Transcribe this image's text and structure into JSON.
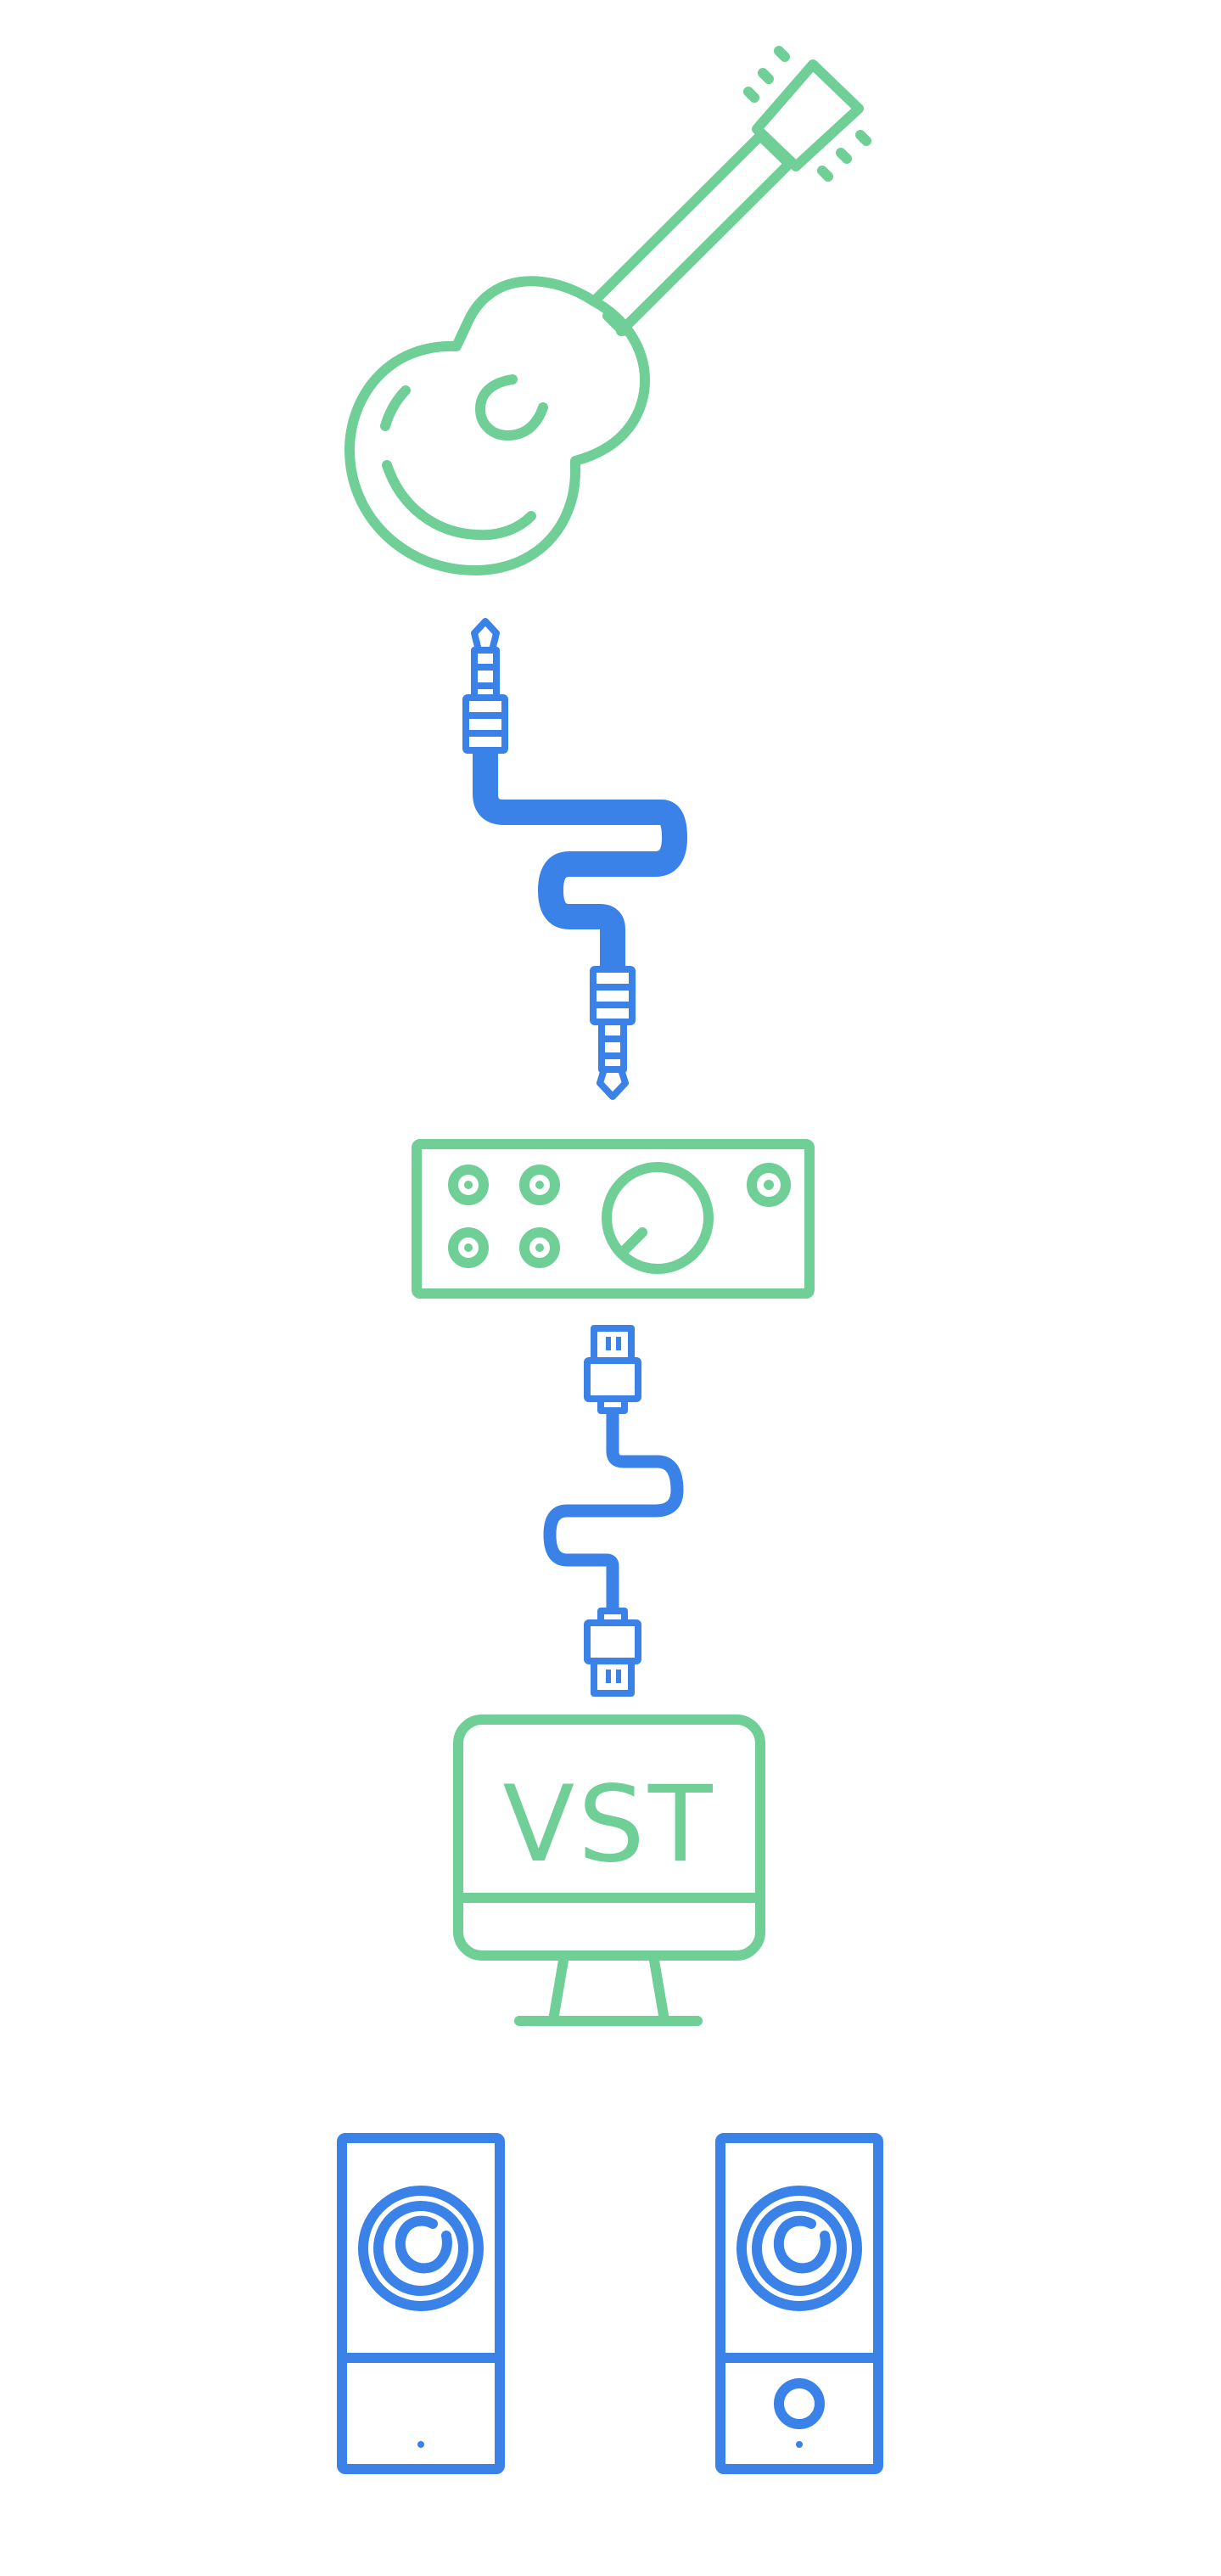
{
  "colors": {
    "green": "#6fcf97",
    "blue": "#3a82e8",
    "background": "#ffffff"
  },
  "nodes": [
    {
      "id": "guitar",
      "icon": "guitar-icon"
    },
    {
      "id": "instrument-cable",
      "icon": "jack-cable-icon"
    },
    {
      "id": "audio-interface",
      "icon": "audio-interface-icon"
    },
    {
      "id": "usb-cable",
      "icon": "usb-cable-icon"
    },
    {
      "id": "computer",
      "icon": "monitor-icon",
      "label": "VST"
    },
    {
      "id": "speakers",
      "icon": "speaker-icon",
      "count": 2
    }
  ],
  "computer": {
    "screen_label": "VST"
  }
}
